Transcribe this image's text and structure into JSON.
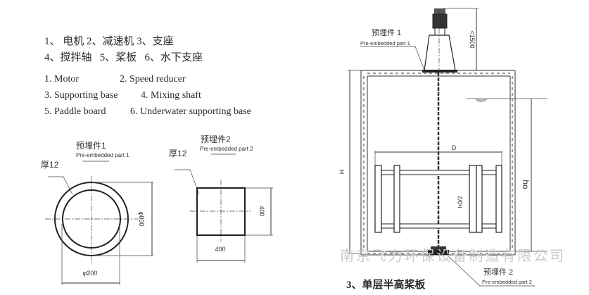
{
  "legend": {
    "cn_line1": "1、 电机 2、减速机 3、支座",
    "cn_line2": "4、搅拌轴   5、桨板   6、水下支座",
    "en": [
      "1. Motor",
      "2. Speed reducer",
      "3. Supporting base",
      "4. Mixing shaft",
      "5. Paddle board",
      "6. Underwater supporting base"
    ]
  },
  "part1": {
    "title_cn": "预埋件1",
    "title_en": "Pre-embedded part 1",
    "thickness": "厚12",
    "outer_dim": "φ800",
    "inner_dim": "φ200"
  },
  "part2": {
    "title_cn": "预埋件2",
    "title_en": "Pre-embedded part 2",
    "thickness": "厚12",
    "height_dim": "400",
    "width_dim": "400"
  },
  "assembly": {
    "top_label_cn": "预埋件 1",
    "top_label_en": "Pre-embedded part 1",
    "bottom_label_cn": "预埋件 2",
    "bottom_label_en": "Pre-embedded part 2",
    "dim_top": "<1500",
    "dim_H": "H",
    "dim_ho": "ho",
    "dim_D": "D",
    "dim_h02": "h0/2",
    "caption": "3、单层半高桨板"
  },
  "watermark": "南京飞力环保设备制造有限公司"
}
